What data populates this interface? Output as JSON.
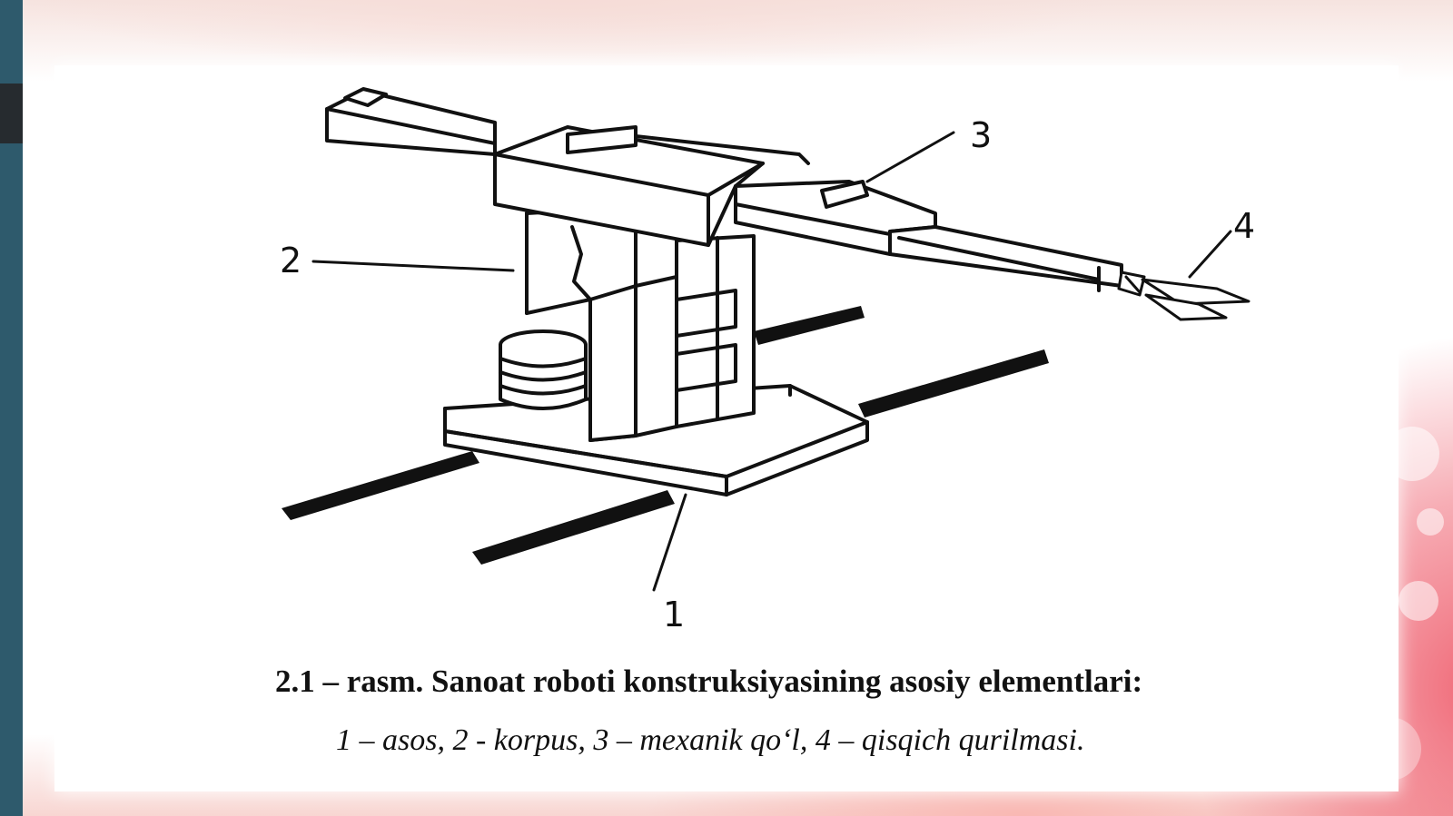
{
  "figure": {
    "labels": [
      "1",
      "2",
      "3",
      "4"
    ]
  },
  "caption": {
    "title": "2.1 – rasm. Sanoat roboti konstruksiyasining asosiy elementlari:",
    "legend": "1 – asos, 2 - korpus, 3 – mexanik qo‘l, 4 – qisqich qurilmasi."
  }
}
